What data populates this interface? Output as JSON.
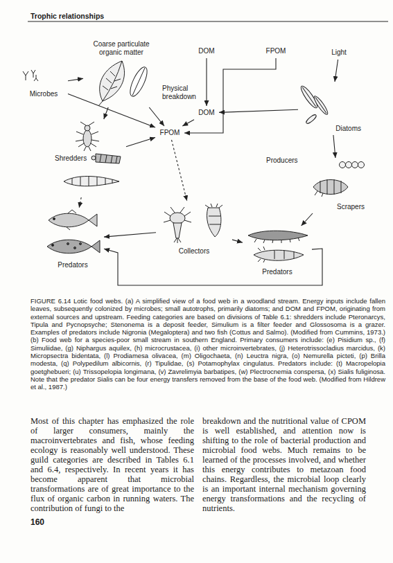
{
  "diagram": {
    "caption": "FIGURE 6.14 Lotic food webs. (a) A simplified view of a food web in a woodland stream. Energy inputs include fallen leaves, subsequently colonized by microbes; small autotrophs, primarily diatoms; and DOM and FPOM, originating from external sources and upstream. Feeding categories are based on divisions of Table 6.1: shredders include Pteronarcys, Tipula and Pycnopsyche; Stenonema is a deposit feeder, Simulium is a filter feeder and Glossosoma is a grazer. Examples of predators include Nigronia (Megaloptera) and two fish (Cottus and Salmo). (Modified from Cummins, 1973.) (b) Food web for a species-poor small stream in southern England. Primary consumers include: (e) Pisidium sp., (f) Simuliidae, (g) Niphargus aquilex, (h) microcrustacea, (i) other microinvertebrates, (j) Heterotrissocladius marcidus, (k) Micropsectra bidentata, (l) Prodiamesa olivacea, (m) Oligochaeta, (n) Leuctra nigra, (o) Nemurella picteti, (p) Brilla modesta, (q) Polypedilum albicornis, (r) Tipulidae, (s) Potamophylax cingulatus. Predators include: (t) Macropelopia goetghebueri; (u) Trissopelopia longimana, (v) Zavrelimyia barbatipes, (w) Plectrocnemia conspersa, (x) Sialis fuliginosa. Note that the predator Sialis can be four energy transfers removed from the base of the food web. (Modified from Hildrew et al., 1987.)",
    "nodes": [
      {
        "text": [
          "Coarse particulate organic matter"
        ]
      },
      {
        "text": [
          "DOM"
        ]
      },
      {
        "text": [
          "FPOM"
        ]
      },
      {
        "text": [
          "Light"
        ]
      },
      {
        "text": [
          "Microbes"
        ]
      },
      {
        "text": [
          "DOM"
        ]
      },
      {
        "text": [
          "FPOM"
        ]
      },
      {
        "text": [
          "Diatoms"
        ]
      },
      {
        "text": [
          "Shredders"
        ]
      },
      {
        "text": [
          "Predators"
        ]
      },
      {
        "text": [
          "Collectors"
        ]
      },
      {
        "text": [
          "Scrapers"
        ]
      },
      {
        "text": [
          "Predators"
        ]
      }
    ],
    "edges": [
      {
        "from": 4,
        "to": 0,
        "arrow": "to"
      },
      {
        "from": 4,
        "to": 6,
        "arrow": "to"
      },
      {
        "from": 0,
        "to": 8,
        "arrow": "to"
      },
      {
        "from": 0,
        "to": 6,
        "arrow": "to"
      },
      {
        "from": 1,
        "to": 5,
        "arrow": "to"
      },
      {
        "from": 2,
        "to": 6,
        "arrow": "to"
      },
      {
        "from": 3,
        "to": 7,
        "arrow": "to"
      },
      {
        "from": 7,
        "to": 5,
        "arrow": "to"
      },
      {
        "from": 5,
        "to": 6,
        "arrow": "to"
      },
      {
        "from": 8,
        "to": 6,
        "arrow": "to"
      },
      {
        "from": 8,
        "to": 9,
        "arrow": "to"
      },
      {
        "from": 6,
        "to": 10,
        "arrow": "to"
      },
      {
        "from": 10,
        "to": 9,
        "arrow": "to"
      },
      {
        "from": 10,
        "to": 12,
        "arrow": "to"
      },
      {
        "from": 7,
        "to": 11,
        "arrow": "to"
      },
      {
        "from": 11,
        "to": 12,
        "arrow": "to"
      },
      {
        "from": 12,
        "to": 9,
        "arrow": "to"
      }
    ],
    "labels": [
      "Trophic relationships",
      "Physical breakdown",
      "Producers",
      "Most of this chapter has emphasized the role of larger consumers, mainly the macroinvertebrates and fish, whose feeding ecology is reasonably well understood. These guild categories are described in Tables 6.1 and 6.4, respectively. In recent years it has become apparent that microbial transformations are of great importance to the flux of organic carbon in running waters. The contribution of fungi to the",
      "breakdown and the nutritional value of CPOM is well established, and attention now is shifting to the role of bacterial production and microbial food webs. Much remains to be learned of the processes involved, and whether this energy contributes to metazoan food chains. Regardless, the microbial loop clearly is an important internal mechanism governing energy transformations and the recycling of nutrients.",
      "160"
    ]
  }
}
